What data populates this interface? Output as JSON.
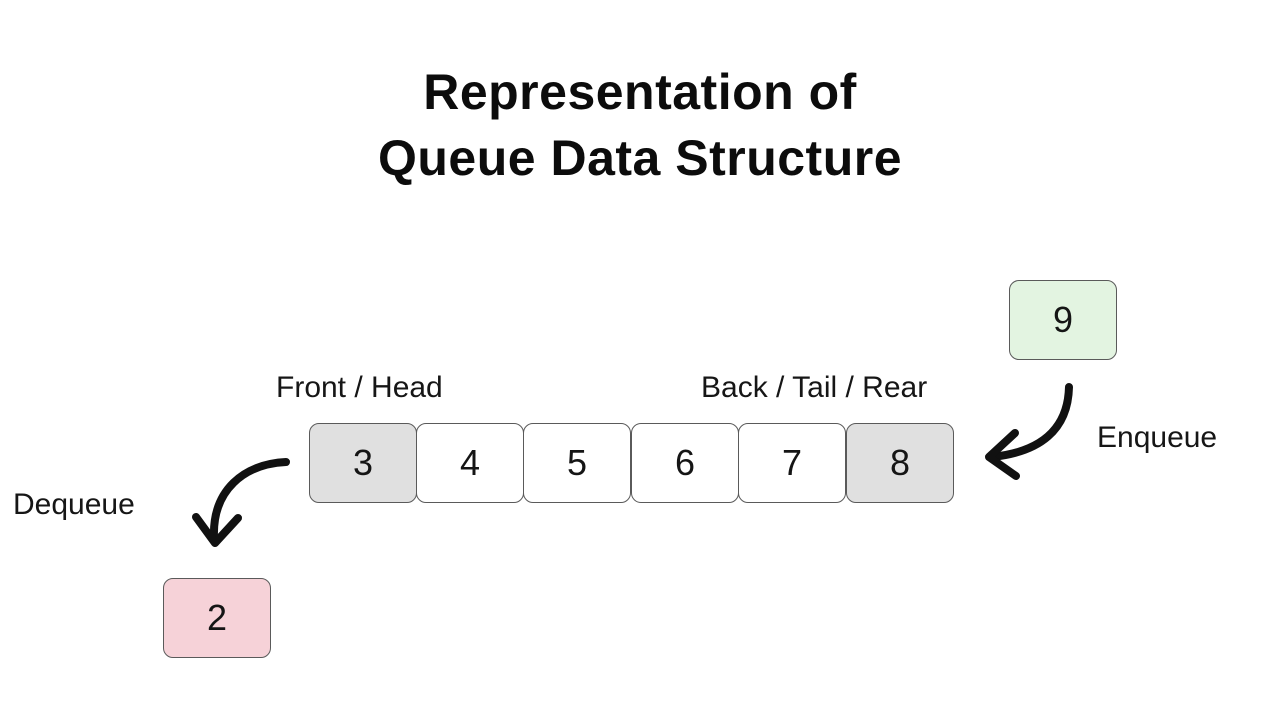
{
  "title": {
    "line1": "Representation of",
    "line2": "Queue Data Structure"
  },
  "queue": {
    "cells": [
      "3",
      "4",
      "5",
      "6",
      "7",
      "8"
    ],
    "front_label": "Front / Head",
    "back_label": "Back / Tail / Rear"
  },
  "enqueue": {
    "value": "9",
    "label": "Enqueue",
    "color": "#e3f4e1"
  },
  "dequeue": {
    "value": "2",
    "label": "Dequeue",
    "color": "#f6d2d8"
  },
  "colors": {
    "end_cell": "#e0e0e0",
    "border": "#5a5a5a",
    "arrow": "#111111"
  }
}
